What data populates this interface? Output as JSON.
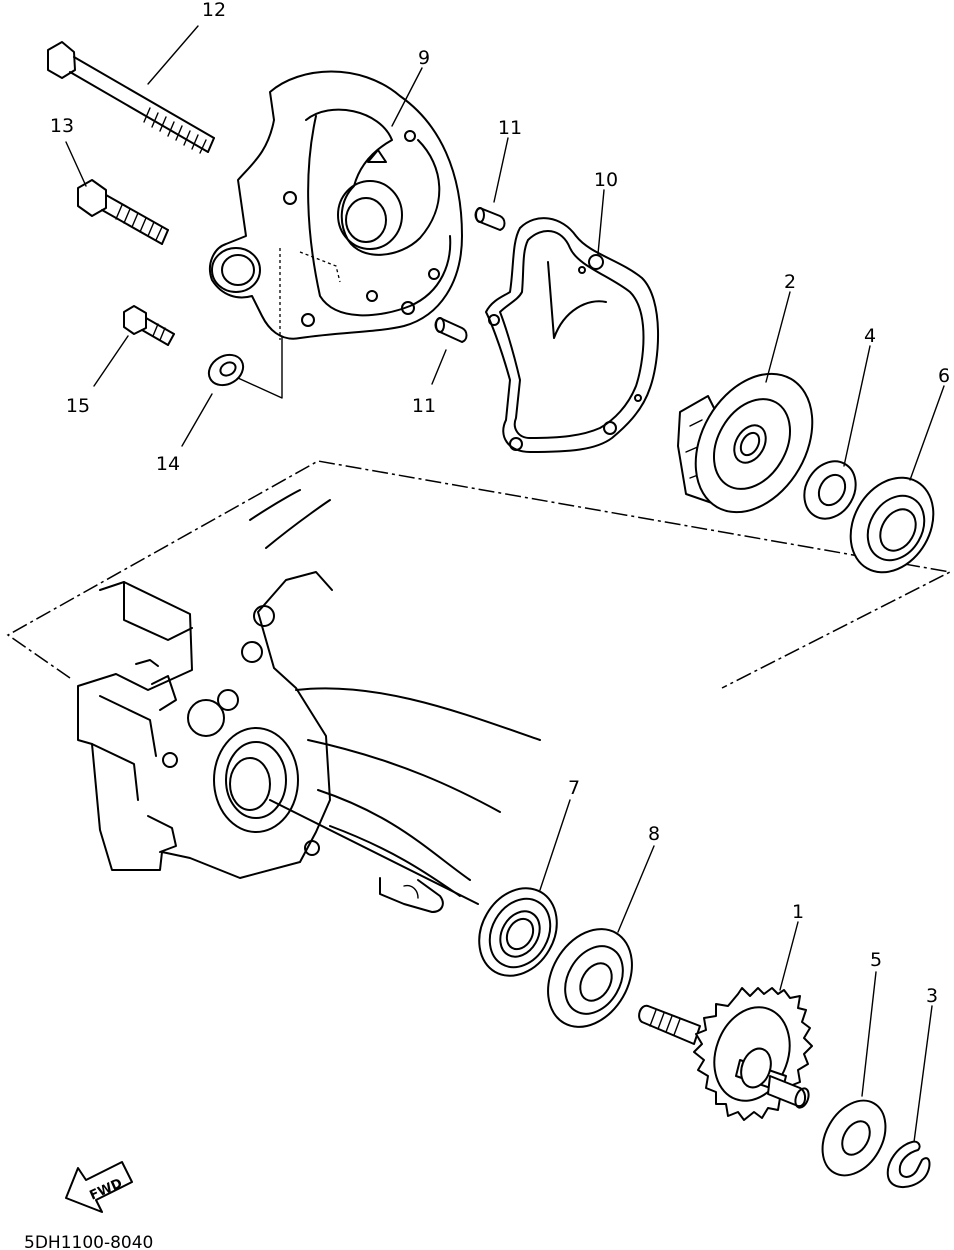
{
  "diagram_code": "5DH1100-8040",
  "direction_marker": "FWD",
  "callouts": [
    {
      "id": "1",
      "text": "1"
    },
    {
      "id": "2",
      "text": "2"
    },
    {
      "id": "3",
      "text": "3"
    },
    {
      "id": "4",
      "text": "4"
    },
    {
      "id": "5",
      "text": "5"
    },
    {
      "id": "6",
      "text": "6"
    },
    {
      "id": "7",
      "text": "7"
    },
    {
      "id": "8",
      "text": "8"
    },
    {
      "id": "9",
      "text": "9"
    },
    {
      "id": "10",
      "text": "10"
    },
    {
      "id": "11a",
      "text": "11"
    },
    {
      "id": "11b",
      "text": "11"
    },
    {
      "id": "12",
      "text": "12"
    },
    {
      "id": "13",
      "text": "13"
    },
    {
      "id": "14",
      "text": "14"
    },
    {
      "id": "15",
      "text": "15"
    }
  ]
}
